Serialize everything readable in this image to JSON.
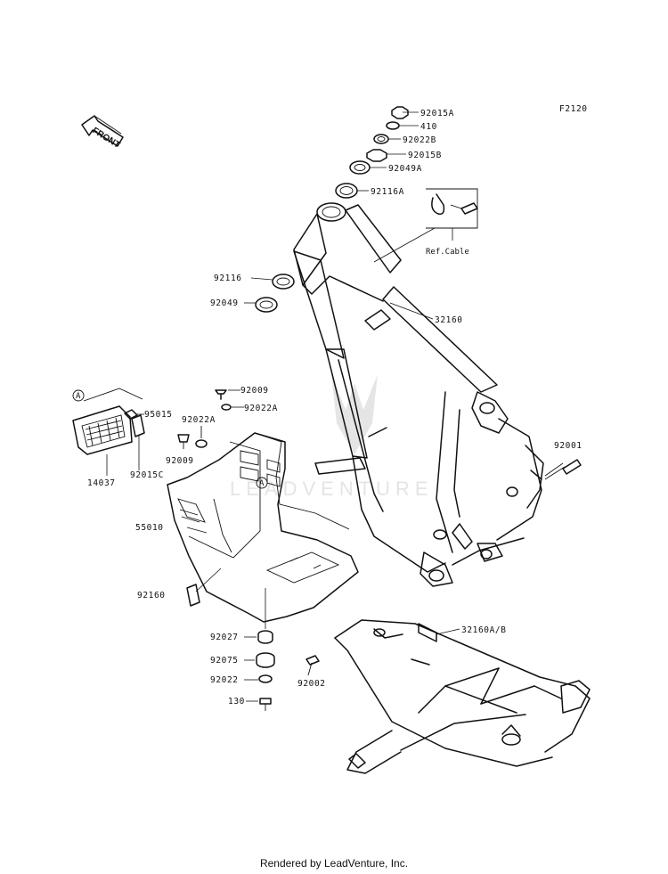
{
  "diagram_code": "F2120",
  "front_label": "FRONT",
  "ref_label": "Ref.Cable",
  "circle_marker": "A",
  "watermark_text": "LEADVENTURE",
  "footer": "Rendered by LeadVenture, Inc.",
  "parts": {
    "p92015A": "92015A",
    "p410": "410",
    "p92022B": "92022B",
    "p92015B": "92015B",
    "p92049A": "92049A",
    "p92116A": "92116A",
    "p92116": "92116",
    "p92049": "92049",
    "p32160": "32160",
    "p92009_top": "92009",
    "p92022A_top": "92022A",
    "p95015": "95015",
    "p92022A_left": "92022A",
    "p92009_left": "92009",
    "p92015C": "92015C",
    "p14037": "14037",
    "p92001": "92001",
    "p55010": "55010",
    "p92160": "92160",
    "p32160AB": "32160A/B",
    "p92027": "92027",
    "p92075": "92075",
    "p92022": "92022",
    "p92002": "92002",
    "p130": "130"
  }
}
